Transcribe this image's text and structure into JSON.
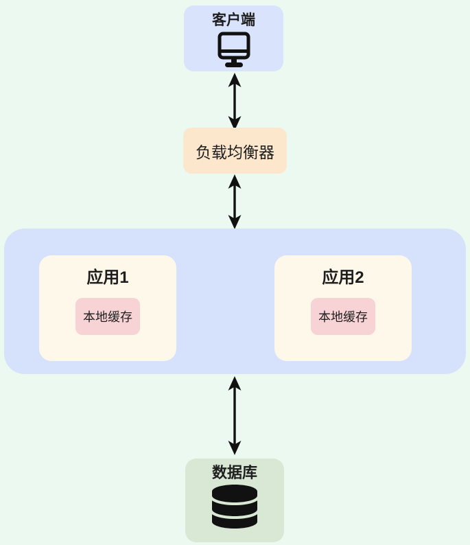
{
  "diagram": {
    "title": "local-cache-architecture",
    "background_color": "#ecf9f1",
    "arrow_color": "#111111",
    "client": {
      "label": "客户端",
      "icon": "monitor-icon",
      "color": "#d9e4fc"
    },
    "load_balancer": {
      "label": "负载均衡器",
      "color": "#fce7cd"
    },
    "app_cluster": {
      "color": "#d6e1fb",
      "app_color": "#fdf8ea",
      "cache_color": "#f8d3d6",
      "apps": [
        {
          "label": "应用1",
          "cache_label": "本地缓存"
        },
        {
          "label": "应用2",
          "cache_label": "本地缓存"
        }
      ]
    },
    "database": {
      "label": "数据库",
      "icon": "database-icon",
      "color": "#d9e7d5"
    },
    "connections": [
      {
        "from": "客户端",
        "to": "负载均衡器",
        "style": "bidirectional"
      },
      {
        "from": "负载均衡器",
        "to": "应用集群",
        "style": "bidirectional"
      },
      {
        "from": "应用集群",
        "to": "数据库",
        "style": "bidirectional"
      }
    ]
  }
}
